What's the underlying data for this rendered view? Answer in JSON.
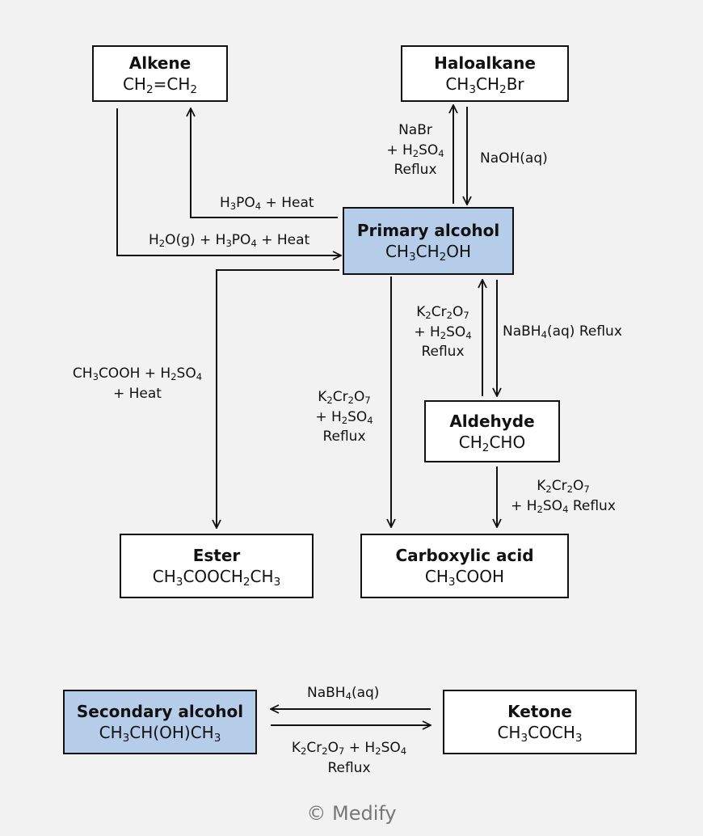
{
  "nodes": {
    "alkene": {
      "title": "Alkene",
      "formula": "CH<sub>2</sub>=CH<sub>2</sub>"
    },
    "haloalkane": {
      "title": "Haloalkane",
      "formula": "CH<sub>3</sub>CH<sub>2</sub>Br"
    },
    "primary_alcohol": {
      "title": "Primary alcohol",
      "formula": "CH<sub>3</sub>CH<sub>2</sub>OH"
    },
    "aldehyde": {
      "title": "Aldehyde",
      "formula": "CH<sub>2</sub>CHO"
    },
    "ester": {
      "title": "Ester",
      "formula": "CH<sub>3</sub>COOCH<sub>2</sub>CH<sub>3</sub>"
    },
    "carboxylic_acid": {
      "title": "Carboxylic acid",
      "formula": "CH<sub>3</sub>COOH"
    },
    "secondary_alcohol": {
      "title": "Secondary alcohol",
      "formula": "CH<sub>3</sub>CH(OH)CH<sub>3</sub>"
    },
    "ketone": {
      "title": "Ketone",
      "formula": "CH<sub>3</sub>COCH<sub>3</sub>"
    }
  },
  "conditions": {
    "alcohol_to_alkene": "H<sub>3</sub>PO<sub>4</sub> + Heat",
    "alkene_to_alcohol": "H<sub>2</sub>O(g) + H<sub>3</sub>PO<sub>4</sub> + Heat",
    "alcohol_to_haloalkane": "NaBr<br>+ H<sub>2</sub>SO<sub>4</sub><br>Reflux",
    "haloalkane_to_alcohol": "NaOH(aq)",
    "alcohol_to_ester": "CH<sub>3</sub>COOH + H<sub>2</sub>SO<sub>4</sub><br>+ Heat",
    "alcohol_to_acid": "K<sub>2</sub>Cr<sub>2</sub>O<sub>7</sub><br>+ H<sub>2</sub>SO<sub>4</sub><br>Reflux",
    "aldehyde_to_alcohol": "K<sub>2</sub>Cr<sub>2</sub>O<sub>7</sub><br>+ H<sub>2</sub>SO<sub>4</sub><br>Reflux",
    "alcohol_to_aldehyde": "NaBH<sub>4</sub>(aq) Reflux",
    "aldehyde_to_acid": "K<sub>2</sub>Cr<sub>2</sub>O<sub>7</sub><br>+ H<sub>2</sub>SO<sub>4</sub> Reflux",
    "ketone_to_secondary": "NaBH<sub>4</sub>(aq)",
    "secondary_to_ketone": "K<sub>2</sub>Cr<sub>2</sub>O<sub>7</sub> + H<sub>2</sub>SO<sub>4</sub><br>Reflux"
  },
  "footer": {
    "copyright": "© Medify"
  },
  "colors": {
    "highlight_fill": "#b6cde9",
    "background": "#f2f2f2",
    "line": "#111111"
  }
}
